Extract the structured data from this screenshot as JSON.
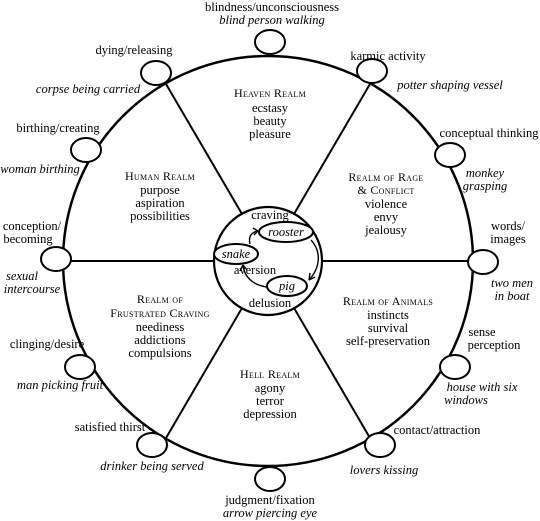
{
  "realms": {
    "heaven": {
      "title": "Heaven Realm",
      "items": [
        "ecstasy",
        "beauty",
        "pleasure"
      ]
    },
    "rage": {
      "title_1": "Realm of Rage",
      "title_2": "& Conflict",
      "items": [
        "violence",
        "envy",
        "jealousy"
      ]
    },
    "animals": {
      "title": "Realm of Animals",
      "items": [
        "instincts",
        "survival",
        "self-preservation"
      ]
    },
    "hell": {
      "title": "Hell Realm",
      "items": [
        "agony",
        "terror",
        "depression"
      ]
    },
    "craving": {
      "title_1": "Realm of",
      "title_2": "Frustrated Craving",
      "items": [
        "neediness",
        "addictions",
        "compulsions"
      ]
    },
    "human": {
      "title": "Human Realm",
      "items": [
        "purpose",
        "aspiration",
        "possibilities"
      ]
    }
  },
  "hub": {
    "craving": "craving",
    "aversion": "aversion",
    "delusion": "delusion",
    "rooster": "rooster",
    "snake": "snake",
    "pig": "pig"
  },
  "links": {
    "blindness": {
      "label": "blindness/unconsciousness",
      "image": "blind person walking"
    },
    "karmic": {
      "label": "karmic activity",
      "image": "potter shaping vessel"
    },
    "conceptual": {
      "label": "conceptual thinking",
      "image_1": "monkey",
      "image_2": "grasping"
    },
    "words": {
      "label_1": "words/",
      "label_2": "images",
      "image_1": "two men",
      "image_2": "in boat"
    },
    "sense": {
      "label_1": "sense",
      "label_2": "perception",
      "image_1": "house with six",
      "image_2": "windows"
    },
    "contact": {
      "label": "contact/attraction",
      "image": "lovers kissing"
    },
    "judgment": {
      "label": "judgment/fixation",
      "image": "arrow piercing eye"
    },
    "satisfied": {
      "label": "satisfied thirst",
      "image": "drinker being served"
    },
    "clinging": {
      "label": "clinging/desire",
      "image": "man picking fruit"
    },
    "conception": {
      "label_1": "conception/",
      "label_2": "becoming",
      "image_1": "sexual",
      "image_2": "intercourse"
    },
    "birthing": {
      "label": "birthing/creating",
      "image": "woman birthing"
    },
    "dying": {
      "label": "dying/releasing",
      "image": "corpse being carried"
    }
  }
}
